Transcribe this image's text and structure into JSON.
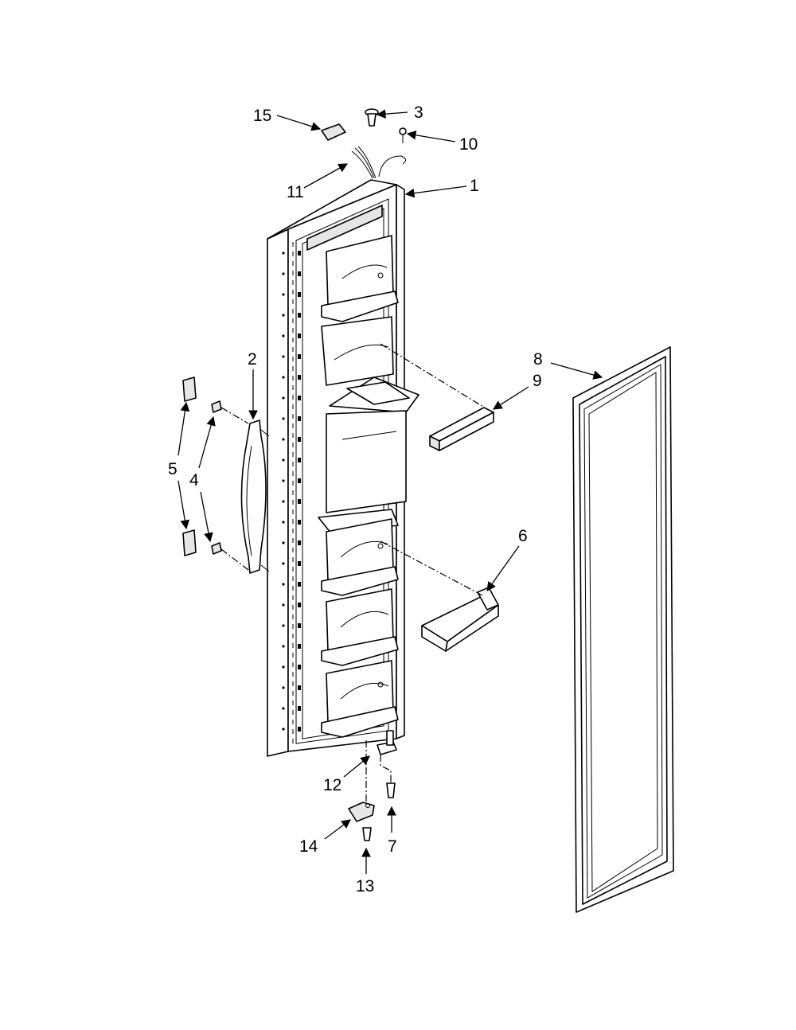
{
  "diagram": {
    "callouts": {
      "c1": "1",
      "c2": "2",
      "c3": "3",
      "c4": "4",
      "c5": "5",
      "c6": "6",
      "c7": "7",
      "c8": "8",
      "c9": "9",
      "c10": "10",
      "c11": "11",
      "c12": "12",
      "c13": "13",
      "c14": "14",
      "c15": "15"
    },
    "colors": {
      "line": "#000000",
      "background": "#ffffff",
      "shade": "#e6e6e6"
    }
  }
}
